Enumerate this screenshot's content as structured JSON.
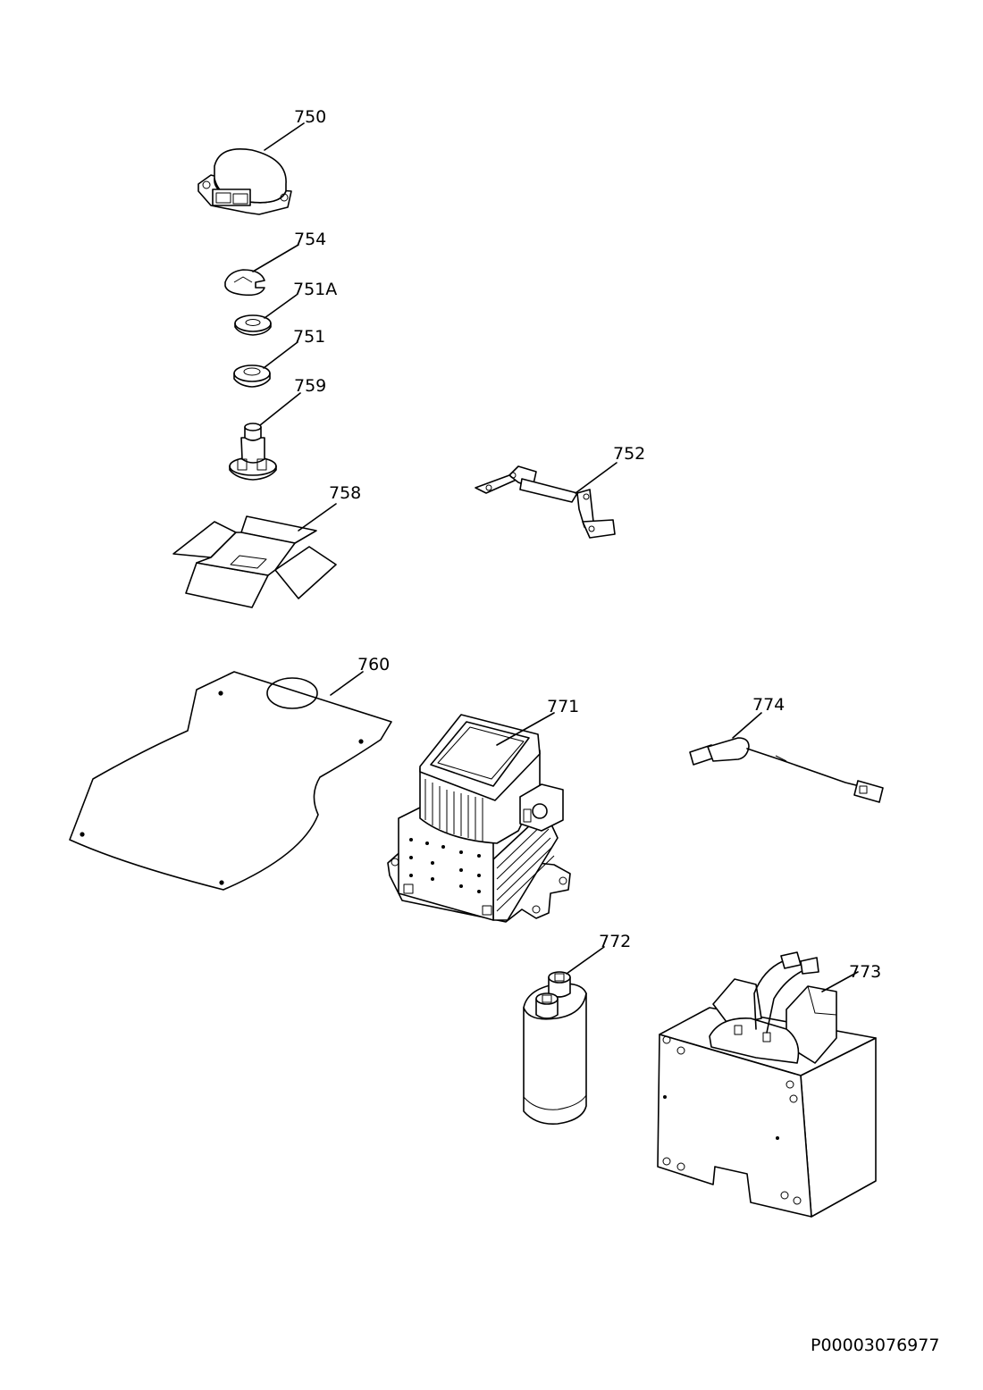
{
  "parts": {
    "750": "750",
    "754": "754",
    "751A": "751A",
    "751": "751",
    "759": "759",
    "752": "752",
    "758": "758",
    "760": "760",
    "771": "771",
    "774": "774",
    "772": "772",
    "773": "773"
  },
  "document_id": "P00003076977"
}
